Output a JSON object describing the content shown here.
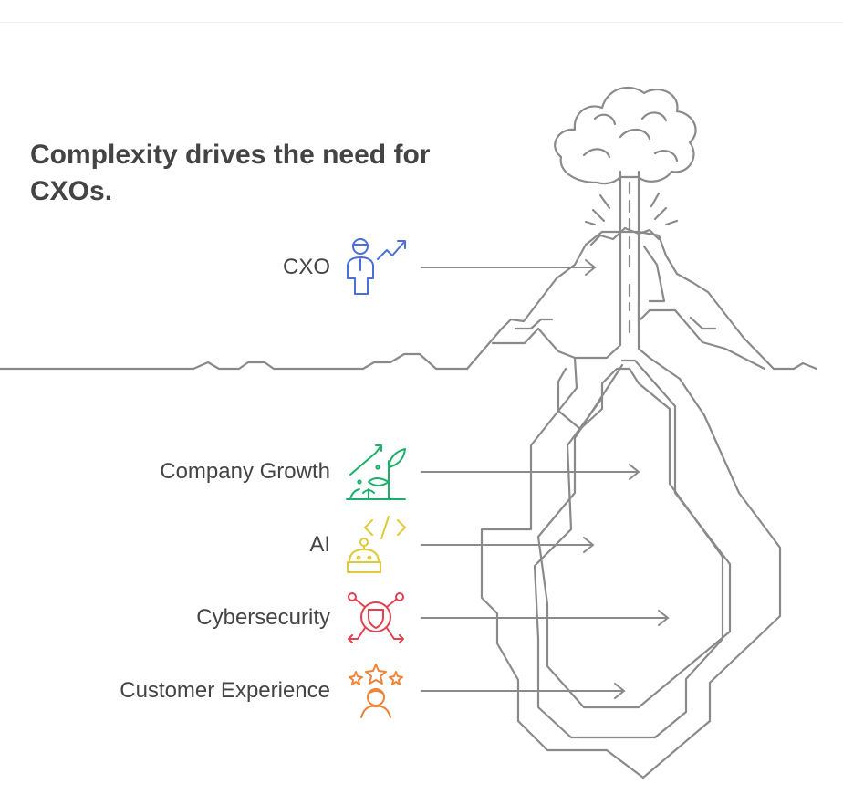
{
  "title": "Complexity drives the need for CXOs.",
  "items": [
    {
      "label": "CXO",
      "icon": "executive-growth-icon",
      "color": "#4a6fd8"
    },
    {
      "label": "Company Growth",
      "icon": "plant-growth-icon",
      "color": "#1bb06a"
    },
    {
      "label": "AI",
      "icon": "robot-code-icon",
      "color": "#e0c93a"
    },
    {
      "label": "Cybersecurity",
      "icon": "shield-network-icon",
      "color": "#e2404f"
    },
    {
      "label": "Customer Experience",
      "icon": "customer-stars-icon",
      "color": "#ee8236"
    }
  ]
}
